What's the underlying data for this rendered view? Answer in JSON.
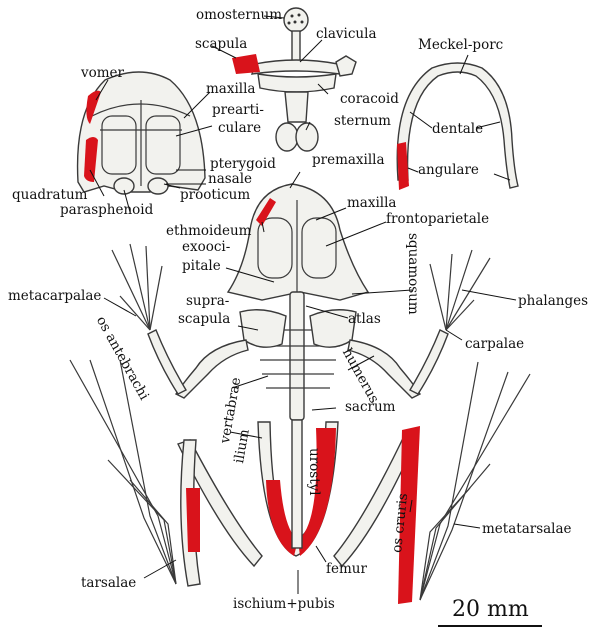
{
  "labels": {
    "omosternum": "omosternum",
    "clavicula": "clavicula",
    "scapula": "scapula",
    "meckel": "Meckel-porc",
    "vomer": "vomer",
    "maxilla_skull": "maxilla",
    "prearticulare_1": "prearti-",
    "prearticulare_2": "culare",
    "coracoid": "coracoid",
    "sternum": "sternum",
    "dentale": "dentale",
    "angulare": "angulare",
    "pterygoid": "pterygoid",
    "nasale": "nasale",
    "premaxilla": "premaxilla",
    "quadratum": "quadratum",
    "prooticum": "prooticum",
    "parasphenoid": "parasphenoid",
    "maxilla_body": "maxilla",
    "ethmoideum": "ethmoideum",
    "frontoparietale": "frontoparietale",
    "exoocci_1": "exooci-",
    "exoocci_2": "pitale",
    "squamosum": "squamosum",
    "metacarpalae": "metacarpalae",
    "phalanges": "phalanges",
    "suprascapula_1": "supra-",
    "suprascapula_2": "scapula",
    "atlas": "atlas",
    "os_antebrachi": "os antebrachi",
    "carpalae": "carpalae",
    "humerus": "humerus",
    "vertebrae": "vertabrae",
    "sacrum": "sacrum",
    "ilium": "ilium",
    "urostyl": "urostyl",
    "os_cruris": "os cruris",
    "metatarsalae": "metatarsalae",
    "tarsalae": "tarsalae",
    "femur": "femur",
    "ischium_pubis": "ischium+pubis"
  },
  "scale_bar": {
    "label": "20 mm"
  },
  "colors": {
    "bone_fill": "#f2f2ee",
    "bone_stroke": "#3a3a3a",
    "highlight": "#d9131b",
    "text": "#111111"
  }
}
